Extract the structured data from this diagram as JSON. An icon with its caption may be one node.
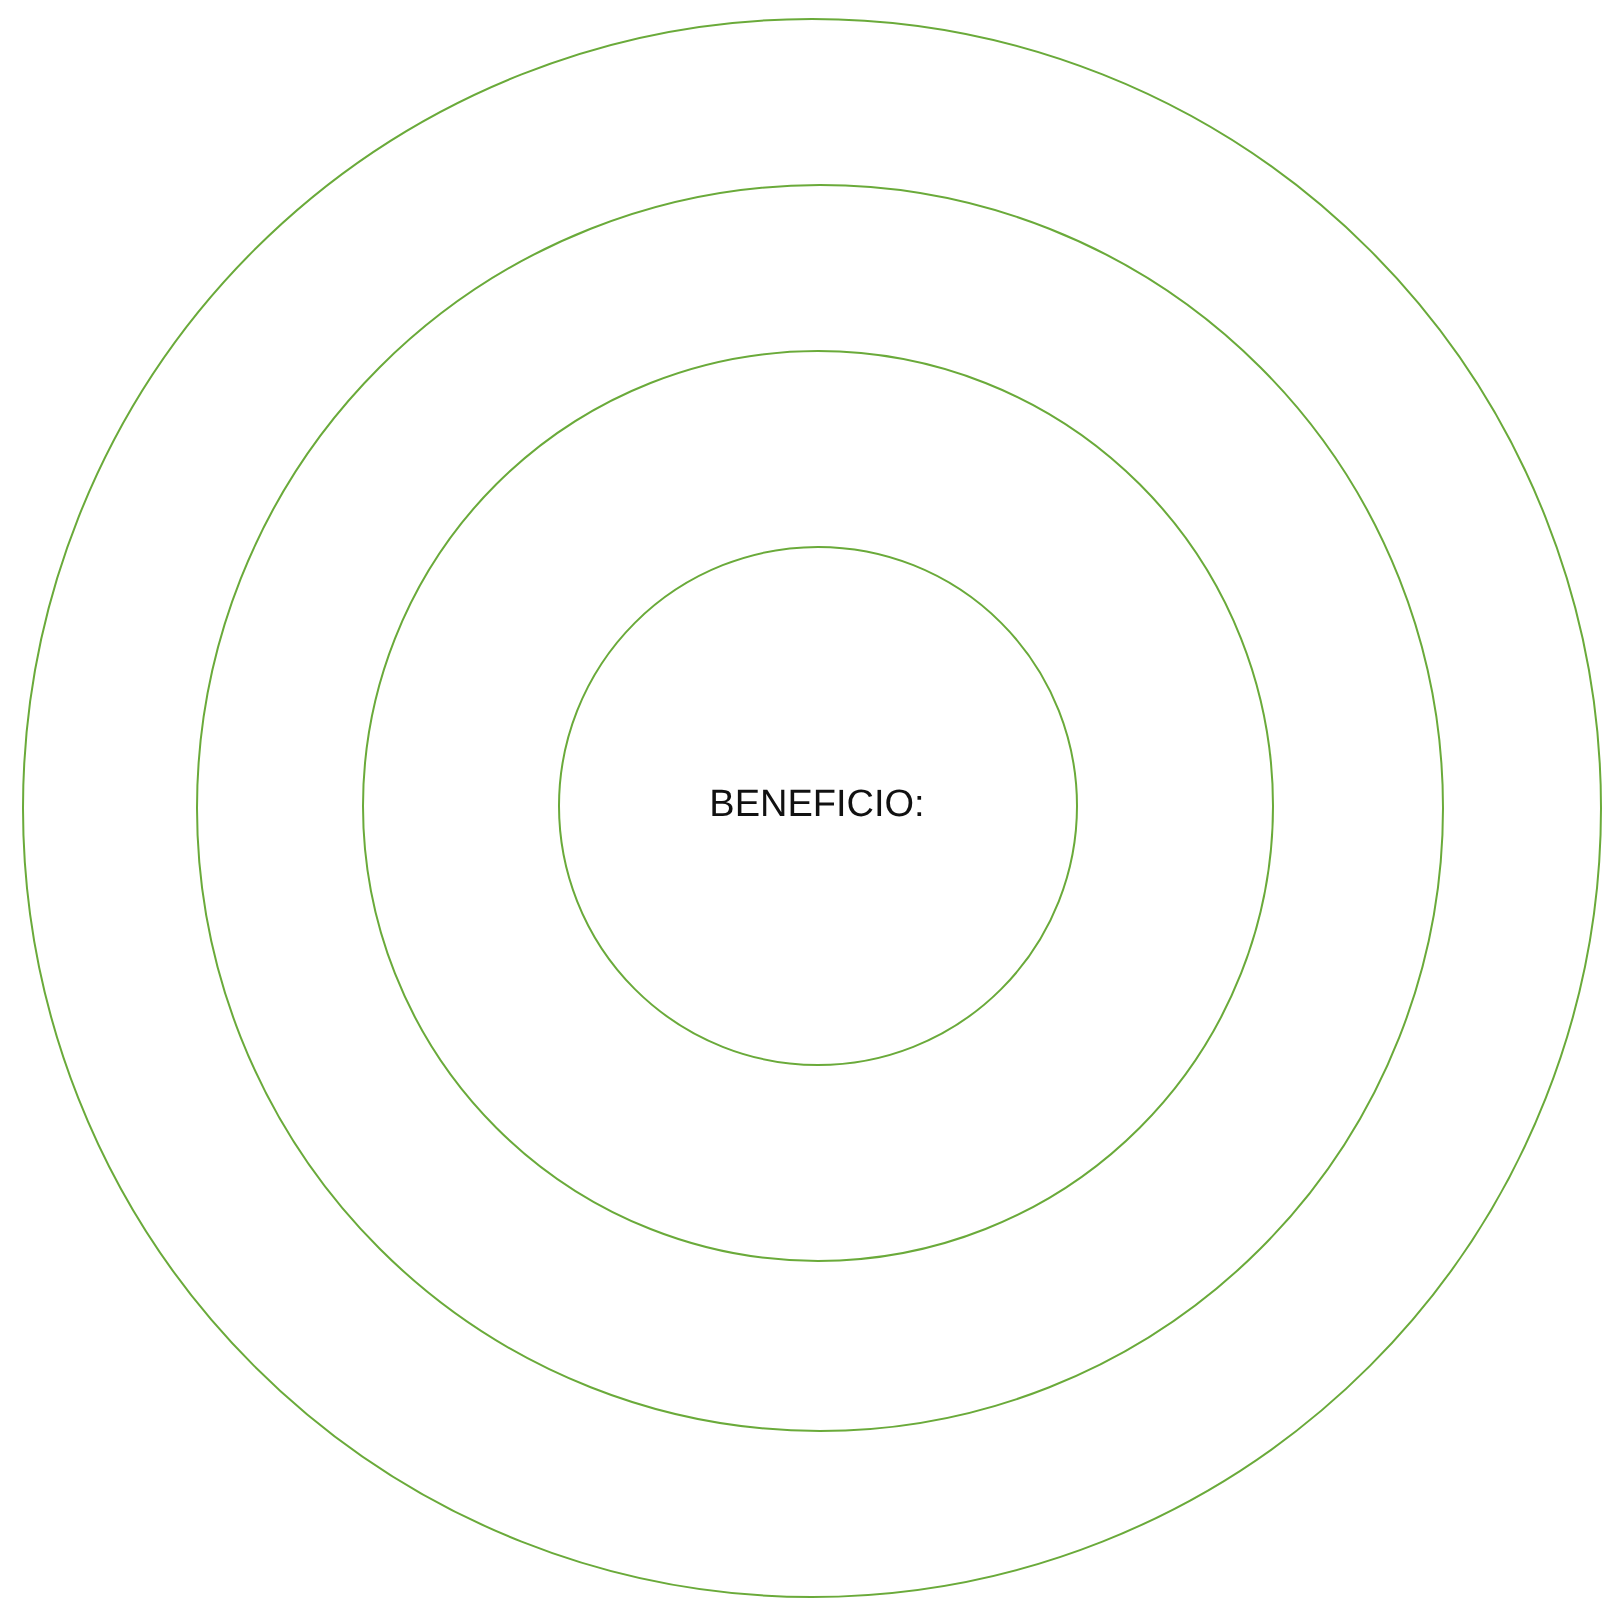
{
  "diagram": {
    "nodes": [
      {
        "text": [],
        "shape": "circle"
      },
      {
        "text": [],
        "shape": "circle",
        "in": 0
      },
      {
        "text": [],
        "shape": "circle",
        "in": 1
      },
      {
        "text": [
          "BENEFICIO:"
        ],
        "in": 2
      }
    ]
  }
}
